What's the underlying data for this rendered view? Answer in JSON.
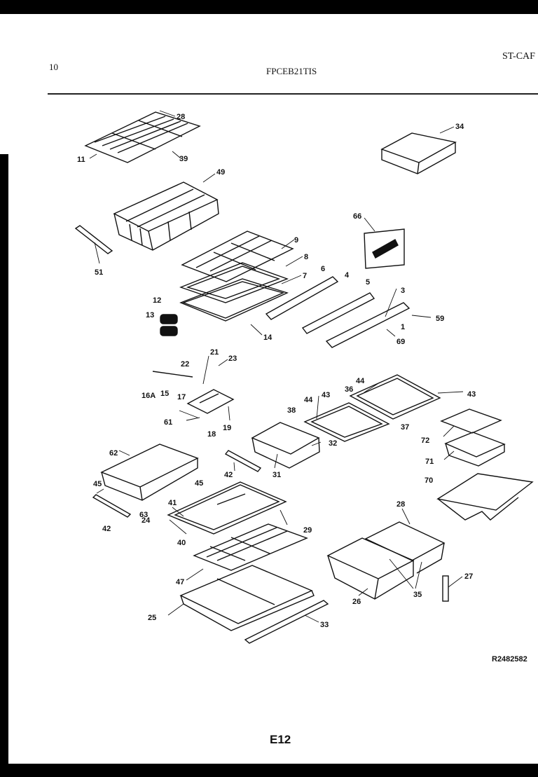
{
  "header": {
    "page_left": "10",
    "model": "FPCEB21TIS",
    "code_right": "ST-CAF"
  },
  "footer": {
    "page_label": "E12",
    "reference": "R2482582"
  },
  "callouts": [
    "28",
    "11",
    "39",
    "34",
    "49",
    "51",
    "66",
    "9",
    "8",
    "7",
    "6",
    "4",
    "5",
    "3",
    "59",
    "1",
    "69",
    "12",
    "13",
    "14",
    "21",
    "22",
    "23",
    "16A",
    "15",
    "17",
    "61",
    "18",
    "19",
    "44",
    "36",
    "43",
    "38",
    "44",
    "43",
    "37",
    "72",
    "32",
    "31",
    "71",
    "62",
    "45",
    "42",
    "70",
    "45",
    "63",
    "42",
    "41",
    "29",
    "24",
    "40",
    "28",
    "47",
    "27",
    "25",
    "26",
    "35",
    "33"
  ]
}
